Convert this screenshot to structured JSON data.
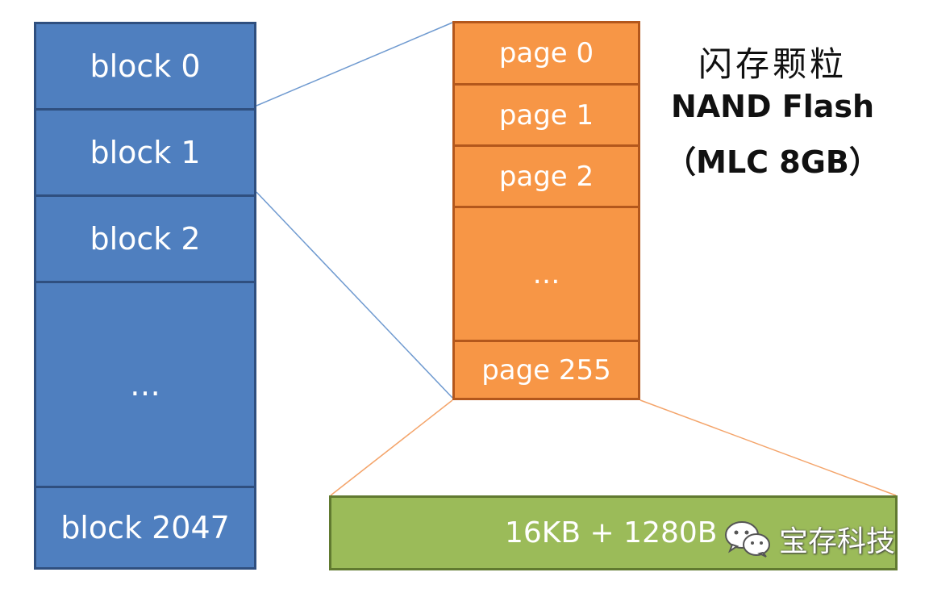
{
  "blocks": {
    "items": [
      "block 0",
      "block 1",
      "block 2",
      "…",
      "block 2047"
    ]
  },
  "pages": {
    "items": [
      "page 0",
      "page 1",
      "page 2",
      "…",
      "page 255"
    ]
  },
  "page_size": {
    "label": "16KB + 1280B"
  },
  "title": {
    "cn": "闪存颗粒",
    "en": "NAND Flash",
    "sub": "（MLC 8GB）"
  },
  "watermark": {
    "text": "宝存科技",
    "icon": "wechat-icon"
  },
  "colors": {
    "block_fill": "#4f7fbf",
    "block_border": "#2f4f7f",
    "page_fill": "#f79646",
    "page_border": "#b3571c",
    "size_fill": "#9bbb59",
    "size_border": "#617a30",
    "block_connector": "#6f9ad0",
    "page_connector": "#f4a46a"
  }
}
